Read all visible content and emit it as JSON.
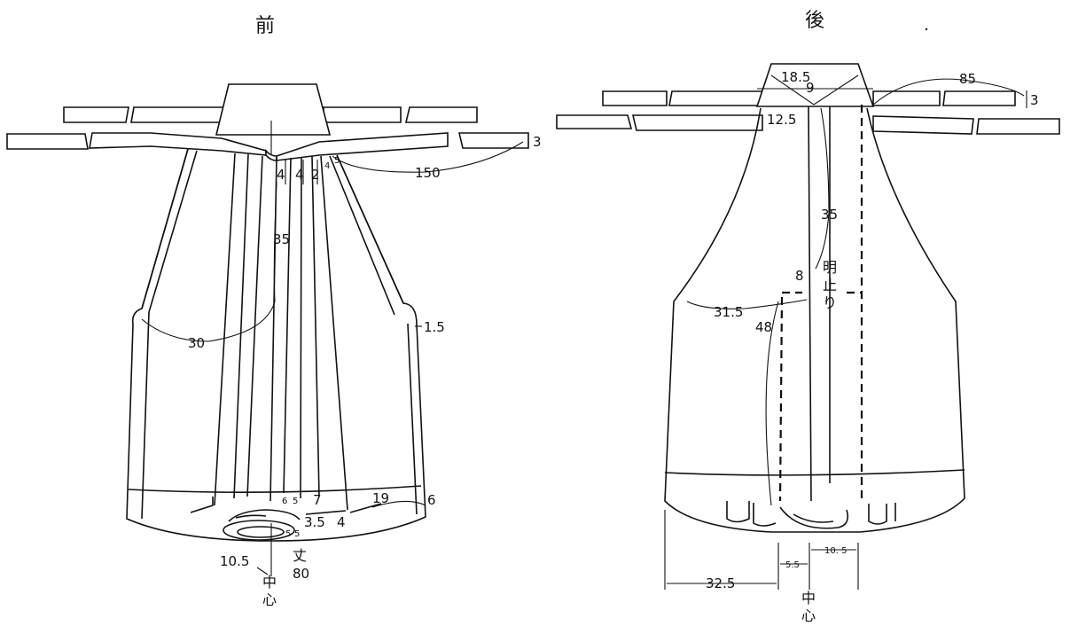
{
  "front": {
    "title": "前",
    "labels": {
      "w150": "150",
      "w3": "3",
      "p4a": "4",
      "p4b": "4",
      "p2": "2",
      "p4s": "4",
      "p5s": "5",
      "h35": "35",
      "h30": "30",
      "h1_5": "1.5",
      "b6a": "6",
      "b5a": "5",
      "b7": "7",
      "b19": "19",
      "b6": "6",
      "b3_5": "3.5",
      "b4": "4",
      "b5b": "5",
      "b5c": "5",
      "c10_5": "10.5",
      "len_a": "丈",
      "len_b": "80",
      "center_a": "中",
      "center_b": "心"
    }
  },
  "back": {
    "title": "後",
    "labels": {
      "t18_5": "18.5",
      "t9": "9",
      "t12_5": "12.5",
      "w85": "85",
      "w3": "3",
      "h35": "35",
      "h8": "8",
      "opening_a": "明",
      "opening_b": "止",
      "opening_c": "り",
      "w31_5": "31.5",
      "h48": "48",
      "d32_5": "32.5",
      "d5_5": "5.5",
      "d10_5": "10. 5",
      "center_a": "中",
      "center_b": "心"
    }
  }
}
